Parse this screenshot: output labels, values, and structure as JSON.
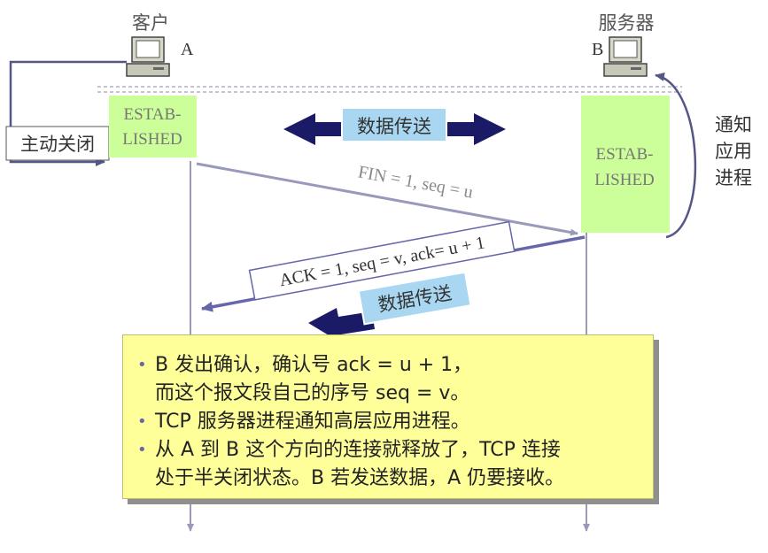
{
  "client_label": "客户",
  "client_host": "A",
  "server_label": "服务器",
  "server_host": "B",
  "active_close_label": "主动关闭",
  "notify_app_label": [
    "通知",
    "应用",
    "进程"
  ],
  "client_state": [
    "ESTAB-",
    "LISHED"
  ],
  "server_state": [
    "ESTAB-",
    "LISHED"
  ],
  "data_transfer_label": "数据传送",
  "data_transfer_label_2": "数据传送",
  "fin_segment_label": "FIN = 1, seq = u",
  "ack_segment_label": "ACK = 1, seq = v, ack= u + 1",
  "callout": {
    "bullet_1_line_1": "B 发出确认，确认号 ack = u + 1，",
    "bullet_1_line_2": "而这个报文段自己的序号 seq = v。",
    "bullet_2": "TCP 服务器进程通知高层应用进程。",
    "bullet_3_line_1": "从 A 到 B 这个方向的连接就释放了，TCP 连接",
    "bullet_3_line_2": "处于半关闭状态。B 若发送数据，A 仍要接收。",
    "bullet_char": "•"
  },
  "colors": {
    "state_box": "#ccff99",
    "arrow_dark": "#1a1a66",
    "message_line": "#9999bb",
    "ack_line": "#6666aa",
    "label_box": "#a9d7f2",
    "callout_bg": "#ffff99"
  },
  "icons": [
    "client-computer-icon",
    "server-computer-icon"
  ]
}
